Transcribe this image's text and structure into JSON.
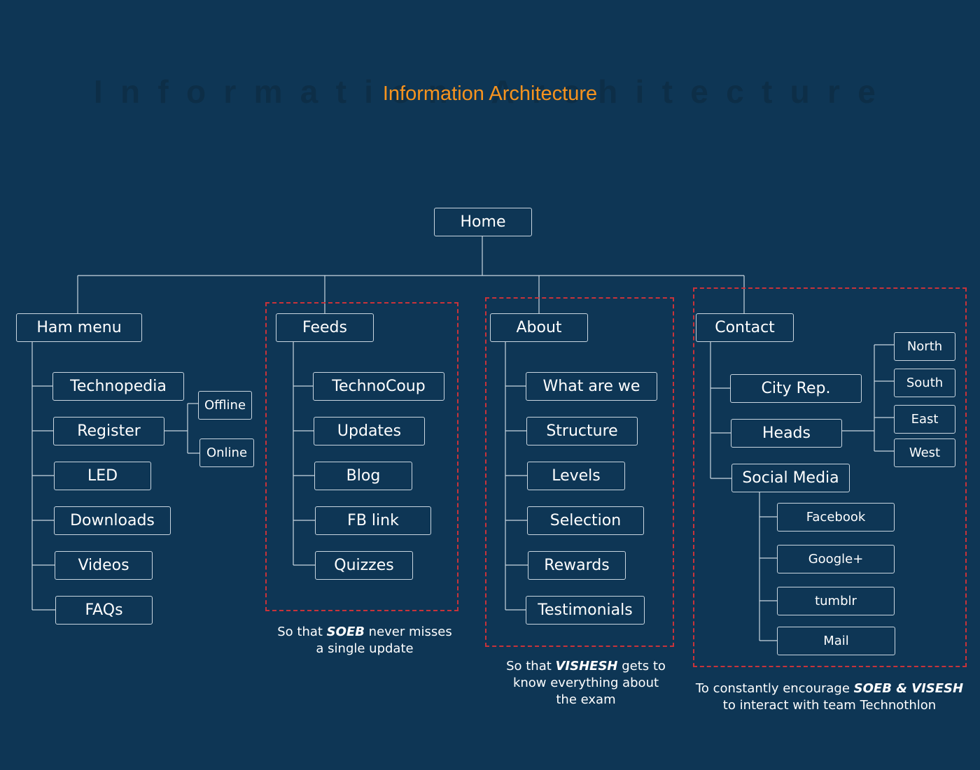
{
  "header": {
    "watermark": "Information Architecture",
    "title": "Information Architecture"
  },
  "colors": {
    "background": "#0e3655",
    "accent": "#f7931e",
    "node_border": "#c9d6e0",
    "group_border": "#c8333a"
  },
  "tree": {
    "root": "Home",
    "ham_menu": {
      "label": "Ham menu",
      "items": [
        "Technopedia",
        "Register",
        "LED",
        "Downloads",
        "Videos",
        "FAQs"
      ],
      "register_options": [
        "Offline",
        "Online"
      ]
    },
    "feeds": {
      "label": "Feeds",
      "items": [
        "TechnoCoup",
        "Updates",
        "Blog",
        "FB link",
        "Quizzes"
      ]
    },
    "about": {
      "label": "About",
      "items": [
        "What are we",
        "Structure",
        "Levels",
        "Selection",
        "Rewards",
        "Testimonials"
      ]
    },
    "contact": {
      "label": "Contact",
      "items": [
        "City Rep.",
        "Heads",
        "Social Media"
      ],
      "regions": [
        "North",
        "South",
        "East",
        "West"
      ],
      "social": [
        "Facebook",
        "Google+",
        "tumblr",
        "Mail"
      ]
    }
  },
  "captions": {
    "feeds": {
      "pre": "So that ",
      "bold": "SOEB",
      "post1": " never misses",
      "line2": "a single update"
    },
    "about": {
      "pre": "So that ",
      "bold": "VISHESH",
      "post1": " gets to",
      "line2": "know everything about",
      "line3": "the exam"
    },
    "contact": {
      "pre": "To constantly encourage ",
      "bold": "SOEB & VISESH",
      "line2": "to interact with team Technothlon"
    }
  }
}
